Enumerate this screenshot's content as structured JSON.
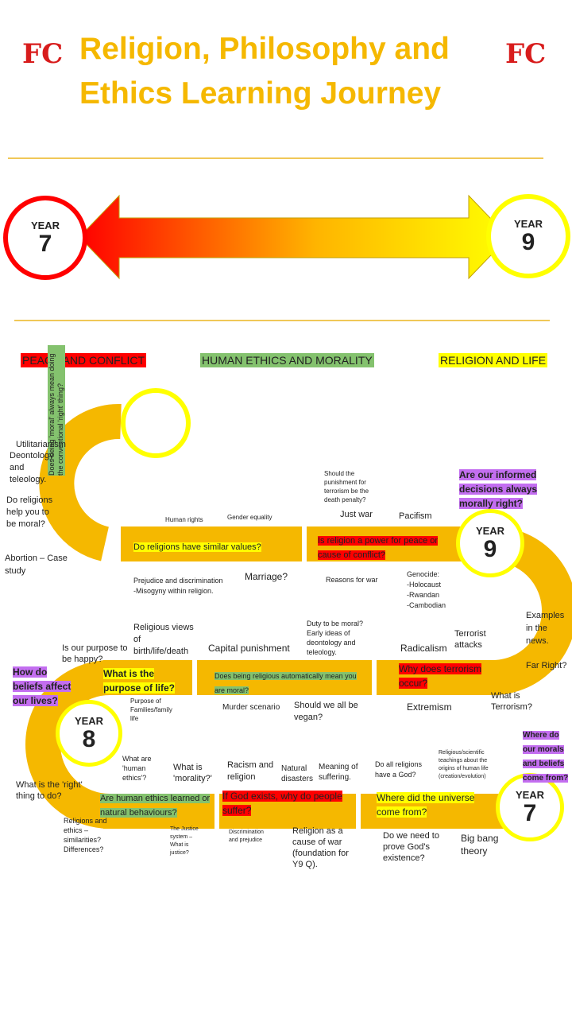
{
  "title": "Religion, Philosophy and Ethics  Learning Journey",
  "logo_text": "FC",
  "header_arrow": {
    "left_year_label": "YEAR",
    "left_year_number": "7",
    "right_year_label": "YEAR",
    "right_year_number": "9"
  },
  "themes": {
    "peace": "PEACE AND CONFLICT",
    "ethics": "HUMAN ETHICS AND MORALITY",
    "life": "RELIGION AND LIFE"
  },
  "colors": {
    "red": "#ff0000",
    "green": "#84c26e",
    "yellow": "#ffff00",
    "purple": "#c36ef0",
    "track": "#f5b800",
    "title": "#f5b800"
  },
  "circles": {
    "y9": {
      "label": "YEAR",
      "number": "9"
    },
    "y8": {
      "label": "YEAR",
      "number": "8"
    },
    "y7": {
      "label": "YEAR",
      "number": "7"
    }
  },
  "vertical_q": "Does being 'moral' always mean doing the conventional 'right' thing?",
  "row1": {
    "q1": "Do religions have similar values?",
    "q2": "Is religion a power for peace or cause of conflict?",
    "above": [
      "Human rights",
      "Gender equality",
      "Should the punishment for terrorism  be the death penalty?",
      "Just war",
      "Pacifism"
    ],
    "below": [
      "Prejudice and discrimination",
      "-Misogyny within religion.",
      "Marriage?",
      "Reasons for war",
      "Genocide:",
      "-Holocaust",
      "-Rwandan",
      "-Cambodian"
    ]
  },
  "left_top": [
    "Utilitarianism",
    "Deontology",
    "and",
    "teleology.",
    "Do religions",
    "help you to",
    "be moral?",
    "Abortion – Case",
    "study"
  ],
  "purple1": "Are our informed decisions always morally right?",
  "right_mid": [
    "Examples",
    "in the",
    "news.",
    "Far Right?",
    "What is",
    "Terrorism?",
    "Terrorist",
    "attacks"
  ],
  "row2": {
    "q1": "What is the purpose of life?",
    "q2": "Does being religious automatically mean you are moral?",
    "q3": "Why does terrorism occur?",
    "above": [
      "Is our purpose to",
      "be happy?",
      "Religious views",
      "of",
      "birth/life/death",
      "Capital punishment",
      "Duty to be moral?",
      "Early ideas of",
      "deontology and",
      "teleology.",
      "Radicalism"
    ],
    "below": [
      "Purpose of",
      "Families/family",
      "life",
      "Murder scenario",
      "Should we all be",
      "vegan?",
      "Extremism"
    ]
  },
  "purple2": "How do beliefs affect our lives?",
  "purple3": "Where do our morals and beliefs come from?",
  "row3": {
    "q1": "Are human ethics learned or natural behaviours?",
    "q2": "If God exists, why do people suffer?",
    "q3": "Where did the universe come from?",
    "above": [
      "What are",
      "'human",
      "ethics'?",
      "What is",
      "'morality?'",
      "Racism and",
      "religion",
      "Natural",
      "disasters",
      "Meaning of",
      "suffering.",
      "Do all religions",
      "have a God?",
      "Religious/scientific",
      "teachings about the",
      "origins of human life",
      "(creation/evolution)"
    ],
    "below": [
      "Religions and",
      "ethics –",
      "similarities?",
      "Differences?",
      "The Justice",
      "system –",
      "What is",
      "justice?",
      "Discrimination",
      "and prejudice",
      "Religion as a",
      "cause of war",
      "(foundation for",
      "Y9 Q).",
      "Do we need to",
      "prove God's",
      "existence?",
      "Big bang",
      "theory"
    ]
  },
  "left_bottom": [
    "What is the 'right'",
    "thing to do?"
  ]
}
